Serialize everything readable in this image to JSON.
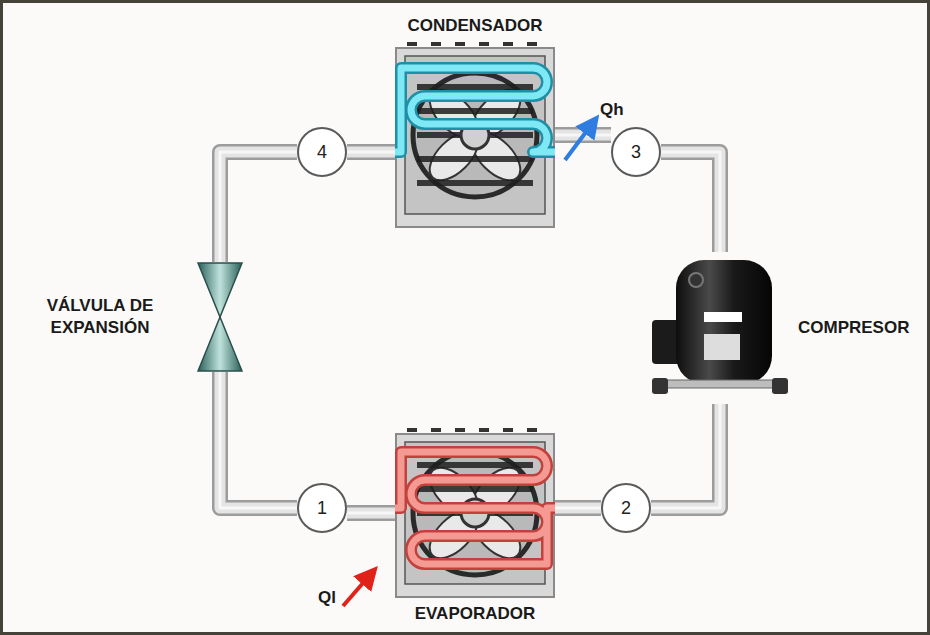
{
  "diagram": {
    "nodes": [
      {
        "text": [
          "CONDENSADOR"
        ]
      },
      {
        "text": [
          "4"
        ]
      },
      {
        "text": [
          "3"
        ]
      },
      {
        "text": [
          "VÁLVULA DE EXPANSIÓN"
        ]
      },
      {
        "text": [
          "COMPRESOR"
        ]
      },
      {
        "text": [
          "1"
        ]
      },
      {
        "text": [
          "2"
        ]
      },
      {
        "text": [
          "EVAPORADOR"
        ]
      }
    ],
    "edges": [
      {
        "from": 1,
        "to": 0,
        "arrow": "none"
      },
      {
        "from": 0,
        "to": 2,
        "arrow": "none"
      },
      {
        "from": 2,
        "to": 4,
        "arrow": "none"
      },
      {
        "from": 4,
        "to": 6,
        "arrow": "none"
      },
      {
        "from": 6,
        "to": 7,
        "arrow": "none"
      },
      {
        "from": 7,
        "to": 5,
        "arrow": "none"
      },
      {
        "from": 5,
        "to": 3,
        "arrow": "none"
      },
      {
        "from": 3,
        "to": 1,
        "arrow": "none"
      }
    ],
    "labels": [
      "Qh",
      "Ql"
    ]
  }
}
